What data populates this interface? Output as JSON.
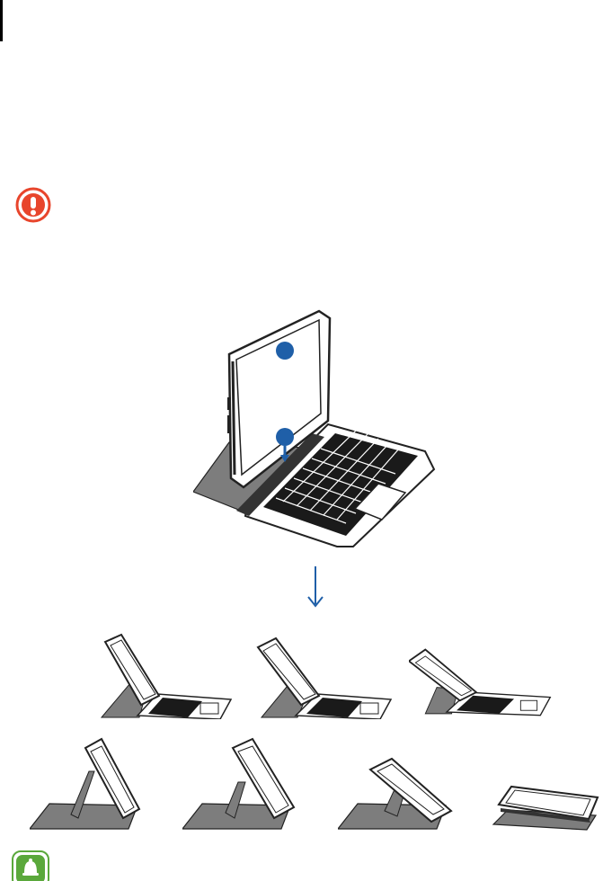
{
  "icons": {
    "caution": "caution-icon",
    "notice": "notice-bell-icon",
    "arrow": "arrow-down-icon"
  },
  "colors": {
    "caution_red": "#e8452c",
    "notice_green": "#5aa83b",
    "arrow_blue": "#1f5fa8",
    "callout_blue": "#1f5fa8",
    "cover_gray": "#7d7d7d",
    "keyboard_black": "#1a1a1a"
  },
  "figures": {
    "main": "tablet-attaching-to-keyboard-cover",
    "positions": [
      "typing-position-1",
      "typing-position-2",
      "typing-position-3",
      "stand-position-1",
      "stand-position-2",
      "stand-position-3",
      "flat-position"
    ]
  }
}
